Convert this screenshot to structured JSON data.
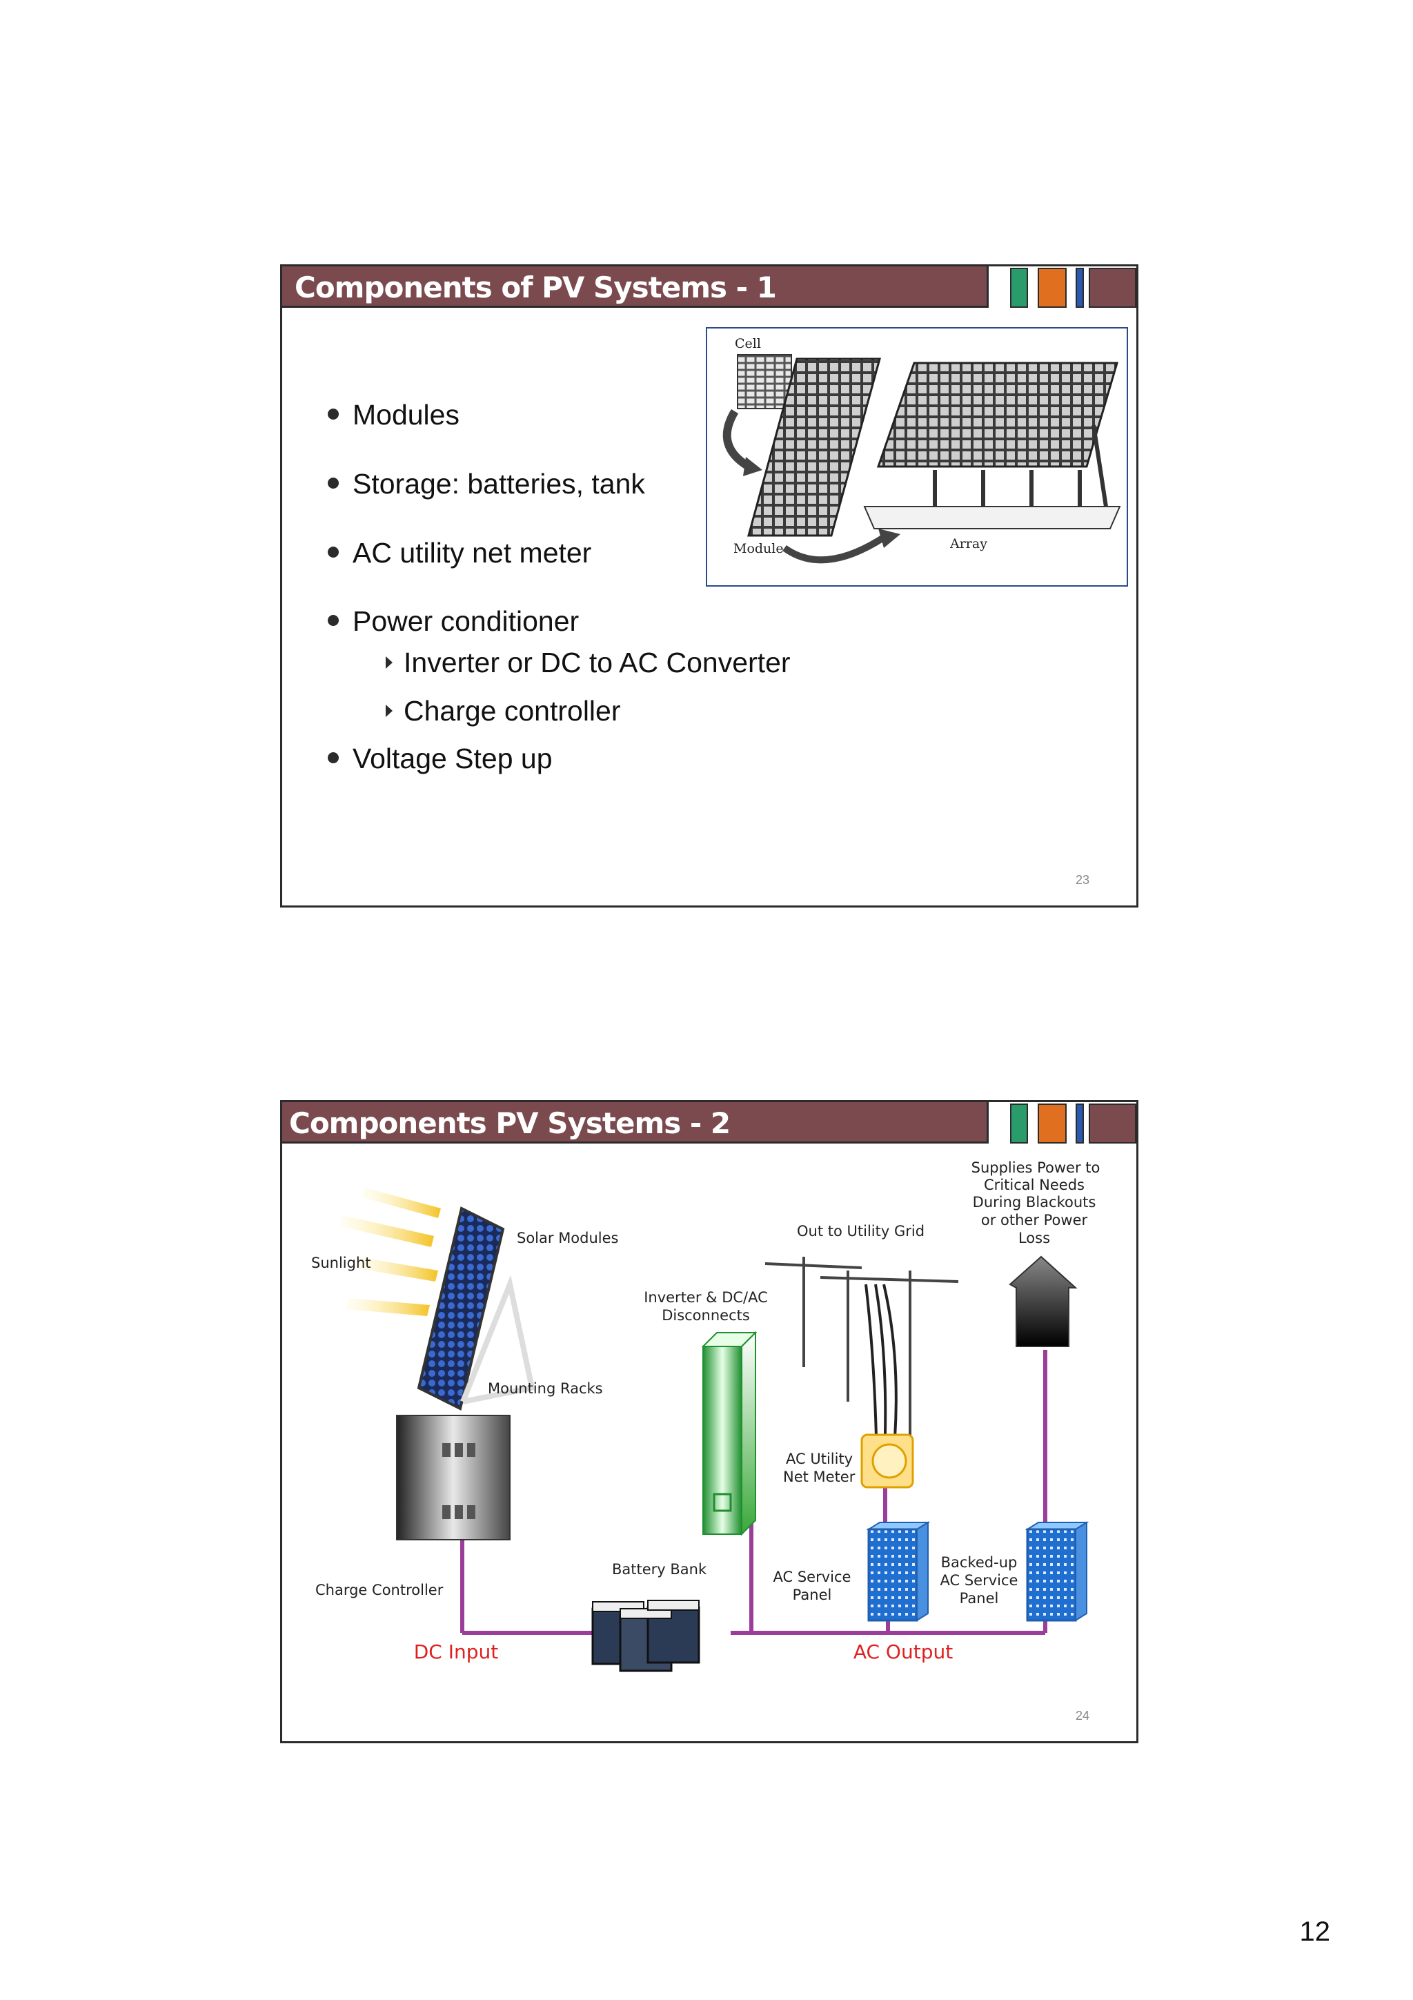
{
  "slide1": {
    "title": "Components of PV Systems - 1",
    "bullets": [
      "Modules",
      "Storage: batteries, tank",
      "AC utility net meter",
      "Power conditioner"
    ],
    "sub_bullets": [
      "Inverter or DC to AC Converter",
      "Charge controller"
    ],
    "last_bullet": "Voltage Step up",
    "image_labels": {
      "cell": "Cell",
      "module": "Module",
      "array": "Array"
    },
    "slide_number": "23"
  },
  "slide2": {
    "title": "Components PV Systems - 2",
    "diagram_labels": {
      "sunlight": "Sunlight",
      "solar_modules": "Solar Modules",
      "mounting_racks": "Mounting Racks",
      "charge_controller": "Charge Controller",
      "battery_bank": "Battery Bank",
      "inverter_line1": "Inverter & DC/AC",
      "inverter_line2": "Disconnects",
      "out_to_grid": "Out to Utility Grid",
      "supplies_1": "Supplies Power to",
      "supplies_2": "Critical Needs",
      "supplies_3": "During Blackouts",
      "supplies_4": "or other Power",
      "supplies_5": "Loss",
      "ac_meter_1": "AC Utility",
      "ac_meter_2": "Net Meter",
      "ac_panel_1": "AC Service",
      "ac_panel_2": "Panel",
      "backed_1": "Backed-up",
      "backed_2": "AC Service",
      "backed_3": "Panel",
      "dc_input": "DC Input",
      "ac_output": "AC Output"
    },
    "slide_number": "24"
  },
  "page_number": "12",
  "colors": {
    "title_bar": "#7a4a4e",
    "green": "#2a9b6a",
    "orange": "#e07020",
    "blue": "#2a5ab0",
    "wire": "#9b3d9b",
    "dc_ac_label": "#e02020"
  }
}
